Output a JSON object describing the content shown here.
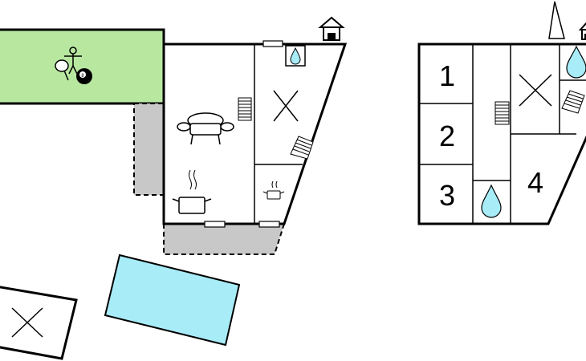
{
  "floorplan": {
    "colors": {
      "wall": "#000000",
      "garden": "#b8e8a0",
      "terrace": "#c8c8c8",
      "pool": "#a8ecf8",
      "water_drop": "#a8ecf8",
      "background": "#ffffff"
    },
    "ground_floor": {
      "icons": [
        "ping-pong-icon",
        "billiard-ball-icon",
        "sofa-icon",
        "cooking-pot-icon",
        "stairs-icon",
        "water-drop-icon",
        "bed-cross-icon",
        "house-icon"
      ],
      "billiard_number": "8"
    },
    "upper_floor": {
      "room_numbers": [
        "1",
        "2",
        "3",
        "4"
      ],
      "icons": [
        "stairs-icon",
        "water-drop-icon",
        "bed-cross-icon",
        "house-icon",
        "tree-icon"
      ]
    },
    "outdoor": {
      "icons": [
        "pool-icon",
        "garden-icon",
        "terrace-icon",
        "bed-cross-icon"
      ]
    }
  }
}
